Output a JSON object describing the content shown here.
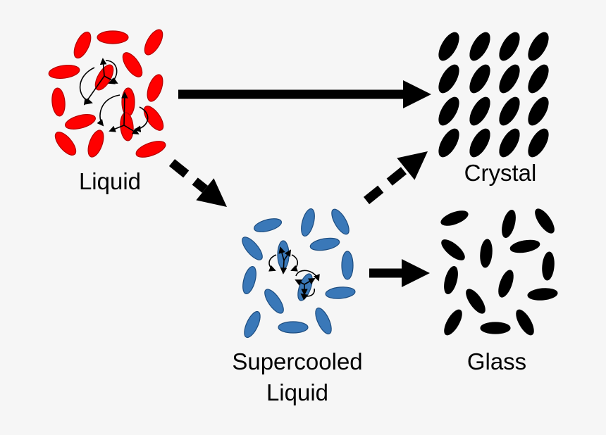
{
  "labels": {
    "liquid": "Liquid",
    "crystal": "Crystal",
    "supercooled_line1": "Supercooled",
    "supercooled_line2": "Liquid",
    "glass": "Glass"
  },
  "colors": {
    "liquid": "#ff0000",
    "supercooled": "#3a78b8",
    "solid": "#000000",
    "background": "#f6f6f6"
  }
}
